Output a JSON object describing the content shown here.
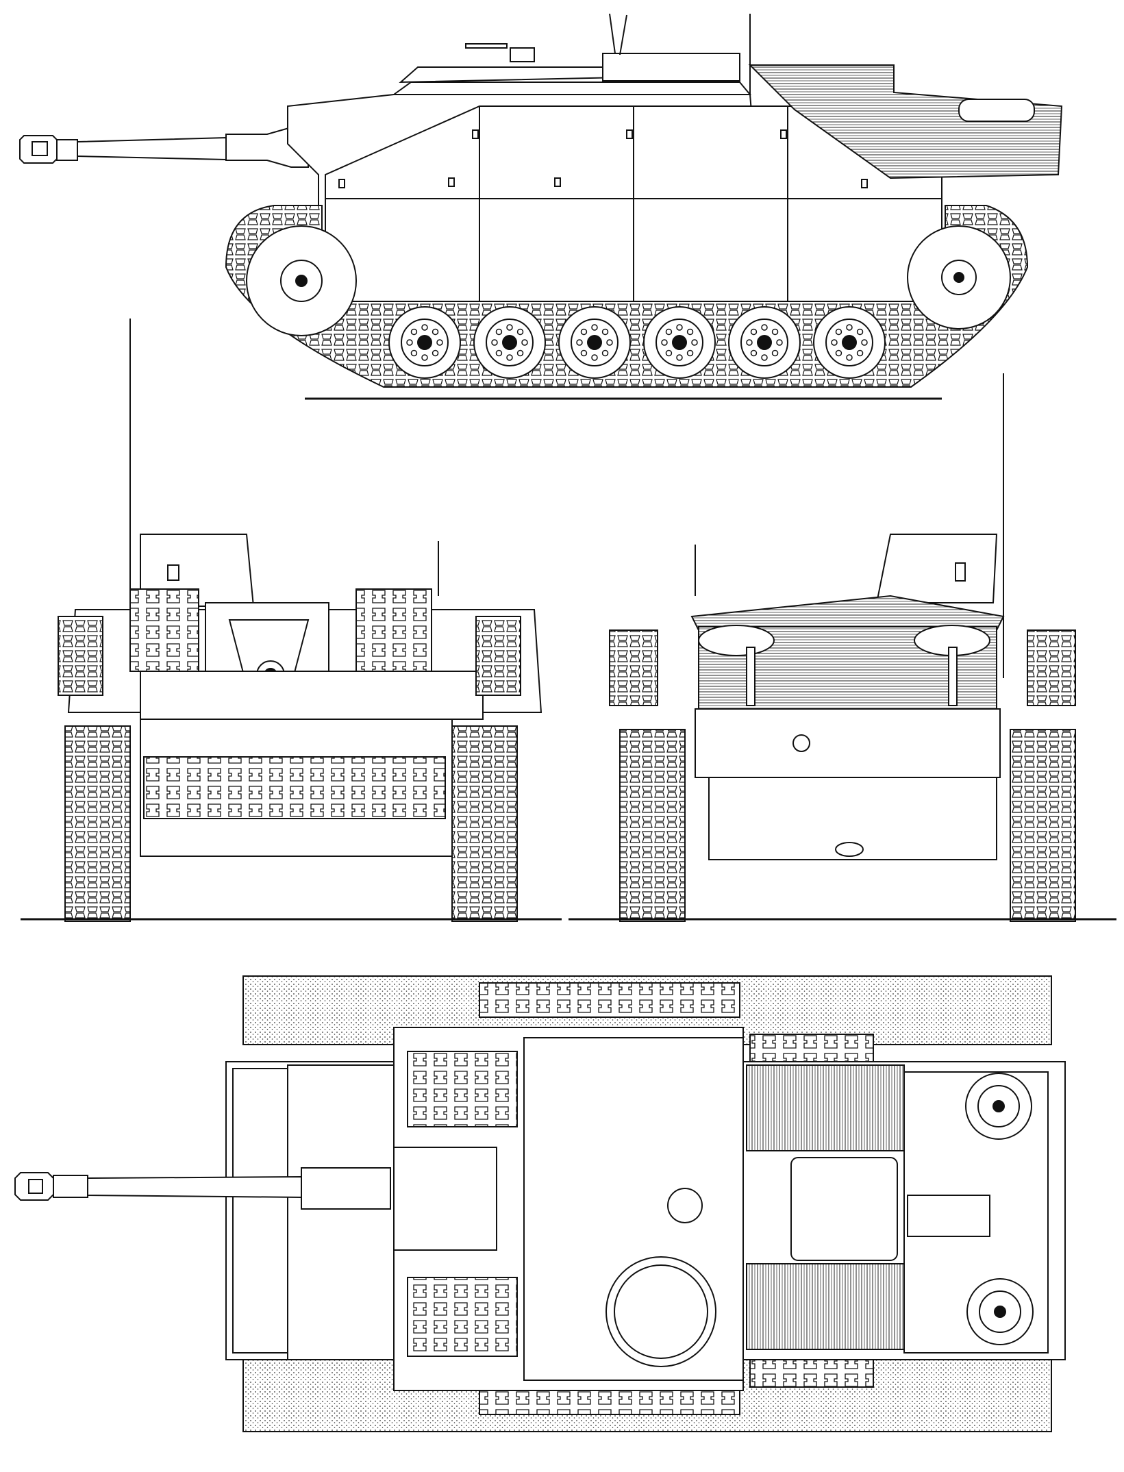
{
  "drawing": {
    "views": [
      {
        "id": "side",
        "kind": "left side elevation"
      },
      {
        "id": "front",
        "kind": "front elevation"
      },
      {
        "id": "rear",
        "kind": "rear elevation"
      },
      {
        "id": "top",
        "kind": "plan view from above"
      }
    ],
    "road_wheels_per_side": 6,
    "colors": {
      "line": "#111111",
      "fill": "#ffffff",
      "wood": "#e9e9e9",
      "stipple": "#cfcfcf"
    }
  }
}
